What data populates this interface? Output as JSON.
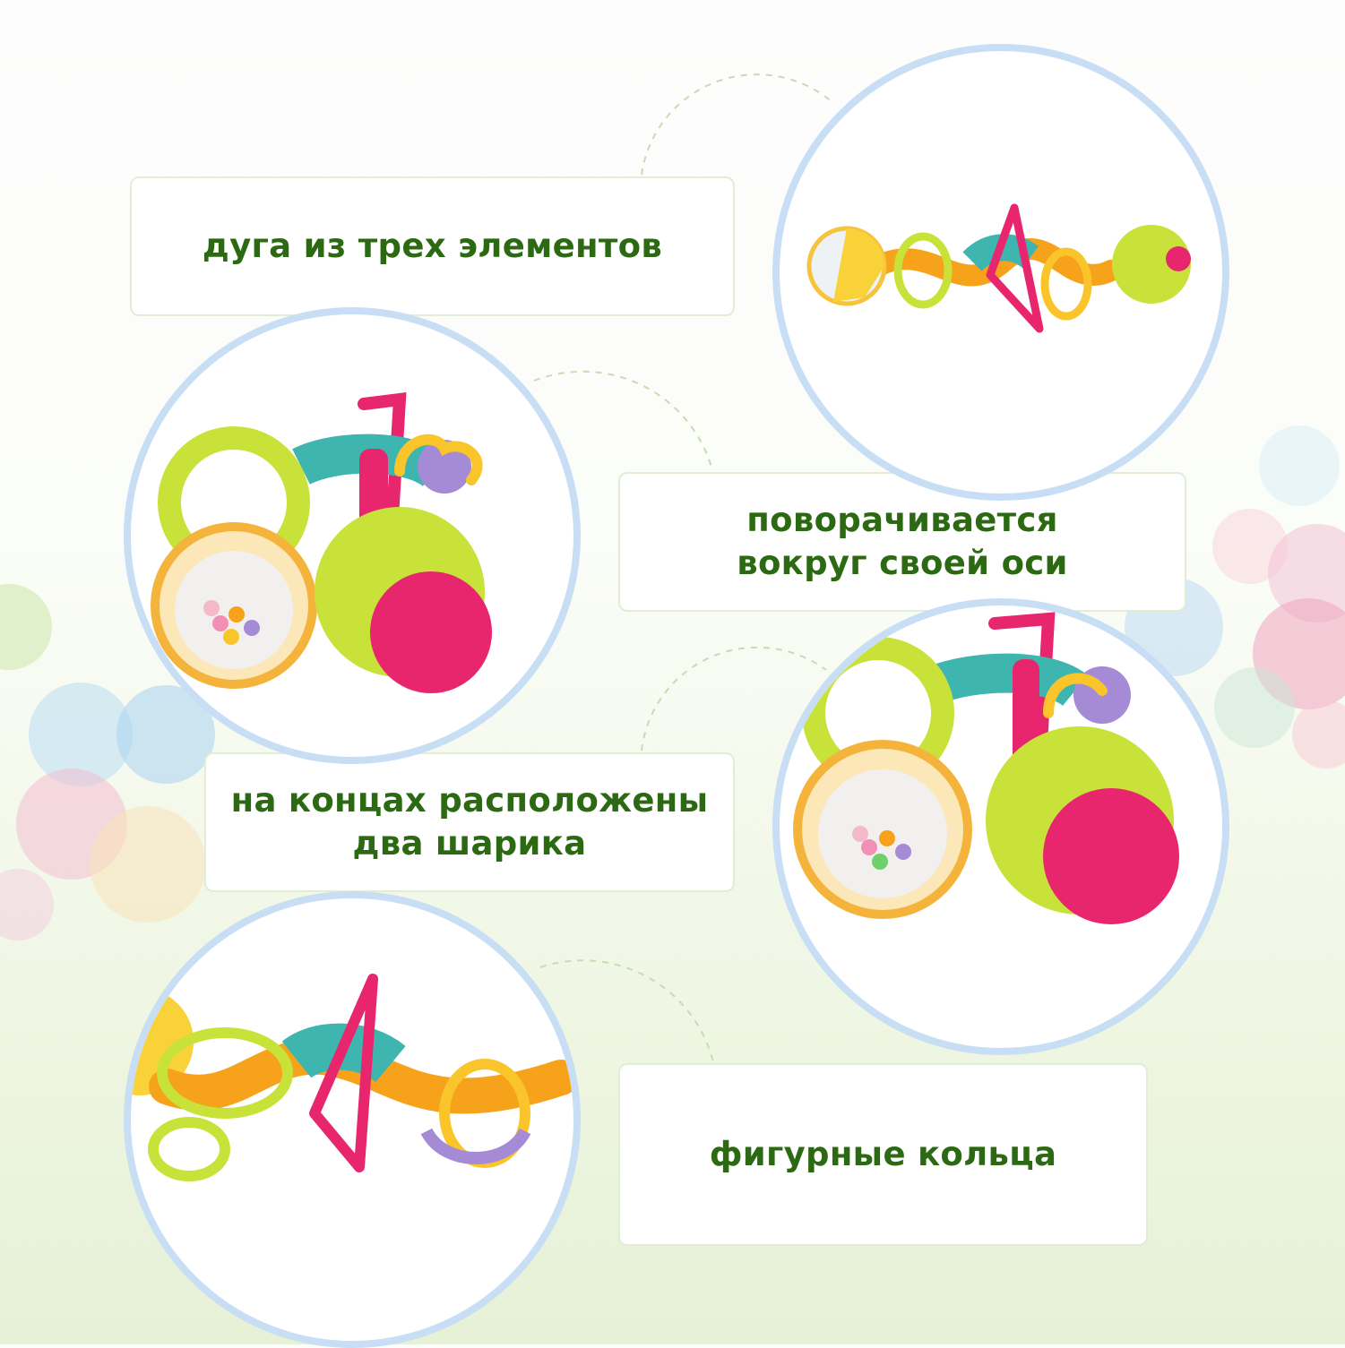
{
  "colors": {
    "caption_text": "#2b6a12",
    "caption_border": "#e2edd6",
    "photo_ring": "#c8def4",
    "dash_line": "#c6ddb4",
    "toy_yellow_green": "#c9e23a",
    "toy_pink": "#e8266e",
    "toy_orange": "#f7a21b",
    "toy_teal": "#3fb5b0",
    "toy_purple": "#a58ad6"
  },
  "captions": [
    {
      "text": "дуга из трех элементов"
    },
    {
      "text": "поворачивается\nвокруг своей оси"
    },
    {
      "text": "на концах расположены\nдва шарика"
    },
    {
      "text": "фигурные кольца"
    }
  ],
  "photos": [
    {
      "subject": "toy-rattle-side-view"
    },
    {
      "subject": "toy-rattle-balls-closeup"
    },
    {
      "subject": "toy-rattle-balls-closeup-2"
    },
    {
      "subject": "toy-rattle-rings-closeup"
    }
  ]
}
